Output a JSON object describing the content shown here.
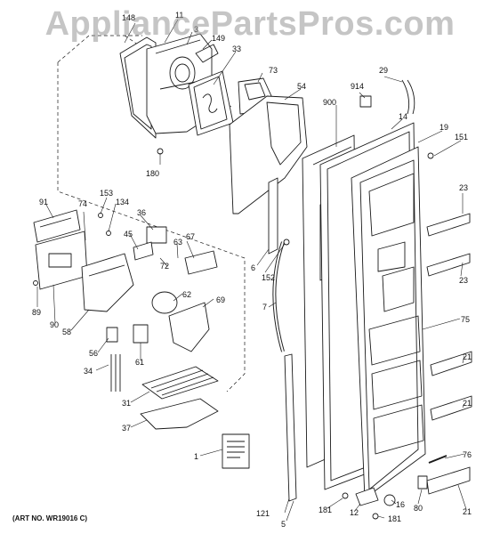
{
  "watermark": "AppliancePartsPros.com",
  "art_number": "(ART NO. WR19016 C)",
  "callouts": {
    "c148": "148",
    "c11": "11",
    "c3": "3",
    "c149": "149",
    "c33": "33",
    "c73": "73",
    "c54": "54",
    "c914": "914",
    "c29": "29",
    "c900": "900",
    "c14": "14",
    "c19": "19",
    "c151": "151",
    "c180": "180",
    "c23a": "23",
    "c23b": "23",
    "c91": "91",
    "c74": "74",
    "c153": "153",
    "c134": "134",
    "c36": "36",
    "c45": "45",
    "c63": "63",
    "c67": "67",
    "c72": "72",
    "c6": "6",
    "c152": "152",
    "c62": "62",
    "c69": "69",
    "c7": "7",
    "c75": "75",
    "c89": "89",
    "c90": "90",
    "c58": "58",
    "c56": "56",
    "c61": "61",
    "c34": "34",
    "c21a": "21",
    "c21b": "21",
    "c31": "31",
    "c37": "37",
    "c1": "1",
    "c76": "76",
    "c80": "80",
    "c16": "16",
    "c121": "121",
    "c181a": "181",
    "c12": "12",
    "c181b": "181",
    "c5": "5",
    "c21c": "21"
  }
}
